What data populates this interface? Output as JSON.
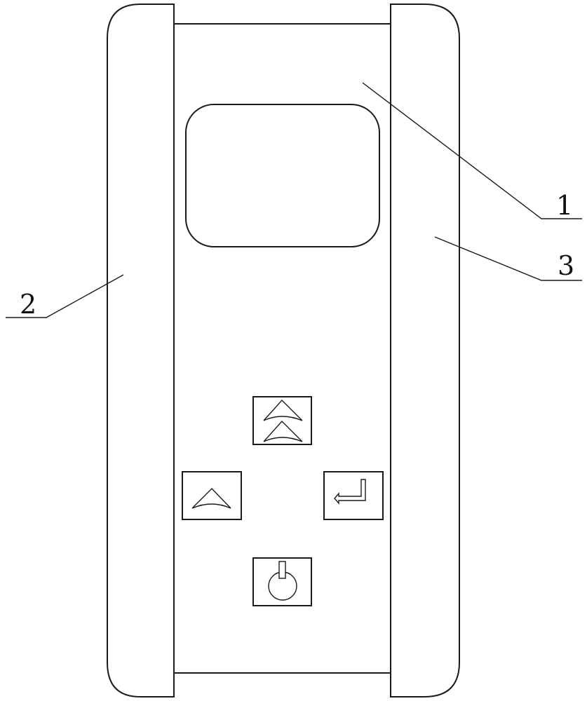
{
  "diagram": {
    "labels": [
      {
        "id": "1",
        "text": "1",
        "refers_to": "main-body"
      },
      {
        "id": "2",
        "text": "2",
        "refers_to": "left-side-grip"
      },
      {
        "id": "3",
        "text": "3",
        "refers_to": "right-side-grip"
      }
    ],
    "buttons": [
      {
        "icon": "double-chevron-up-icon"
      },
      {
        "icon": "chevron-up-icon"
      },
      {
        "icon": "enter-return-icon"
      },
      {
        "icon": "power-icon"
      }
    ],
    "colors": {
      "stroke": "#1a1a1a",
      "background": "#ffffff"
    }
  }
}
